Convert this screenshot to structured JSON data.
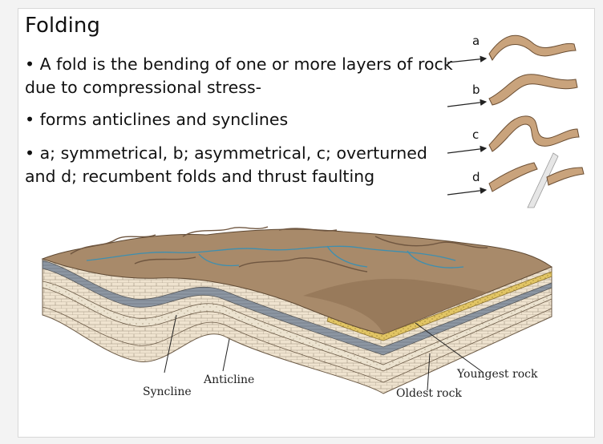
{
  "slide": {
    "title": "Folding",
    "bullets": [
      "• A fold is the bending of one or more layers of rock due to compressional stress-",
      "• forms anticlines and synclines",
      "•  a; symmetrical, b; asymmetrical, c; overturned and  d; recumbent folds and thrust faulting"
    ]
  },
  "fold_panel": {
    "labels": [
      "a",
      "b",
      "c",
      "d"
    ]
  },
  "block_diagram": {
    "labels": {
      "syncline": "Syncline",
      "anticline": "Anticline",
      "youngest": "Youngest rock",
      "oldest": "Oldest rock"
    }
  },
  "colors": {
    "surface": "#a88a6a",
    "ridge": "#8f7154",
    "river": "#3d8fb0",
    "limestone": "#efe3cf",
    "shale": "#8c96a2",
    "sandstone": "#e2c564",
    "fold_layer": "#c9a37c"
  }
}
